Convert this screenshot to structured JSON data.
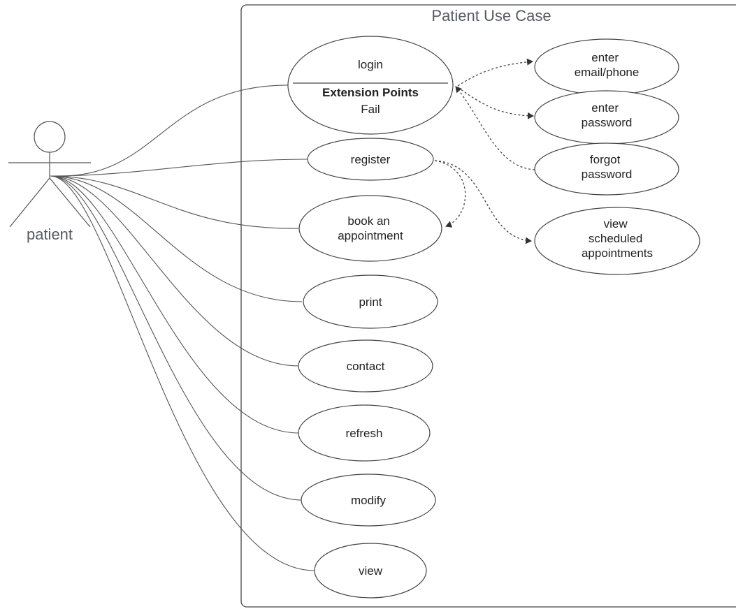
{
  "diagram": {
    "title": "Patient Use Case",
    "actor": {
      "label": "patient",
      "icon": "stick-figure-actor-icon"
    },
    "login": {
      "label": "login",
      "extension_heading": "Extension Points",
      "extension_point": "Fail"
    },
    "use_cases": {
      "register": [
        "register"
      ],
      "book": [
        "book an",
        "appointment"
      ],
      "print": [
        "print"
      ],
      "contact": [
        "contact"
      ],
      "refresh": [
        "refresh"
      ],
      "modify": [
        "modify"
      ],
      "view": [
        "view"
      ],
      "enter_email": [
        "enter",
        "email/phone"
      ],
      "enter_password": [
        "enter",
        "password"
      ],
      "forgot_password": [
        "forgot",
        "password"
      ],
      "view_scheduled": [
        "view",
        "scheduled",
        "appointments"
      ]
    }
  }
}
